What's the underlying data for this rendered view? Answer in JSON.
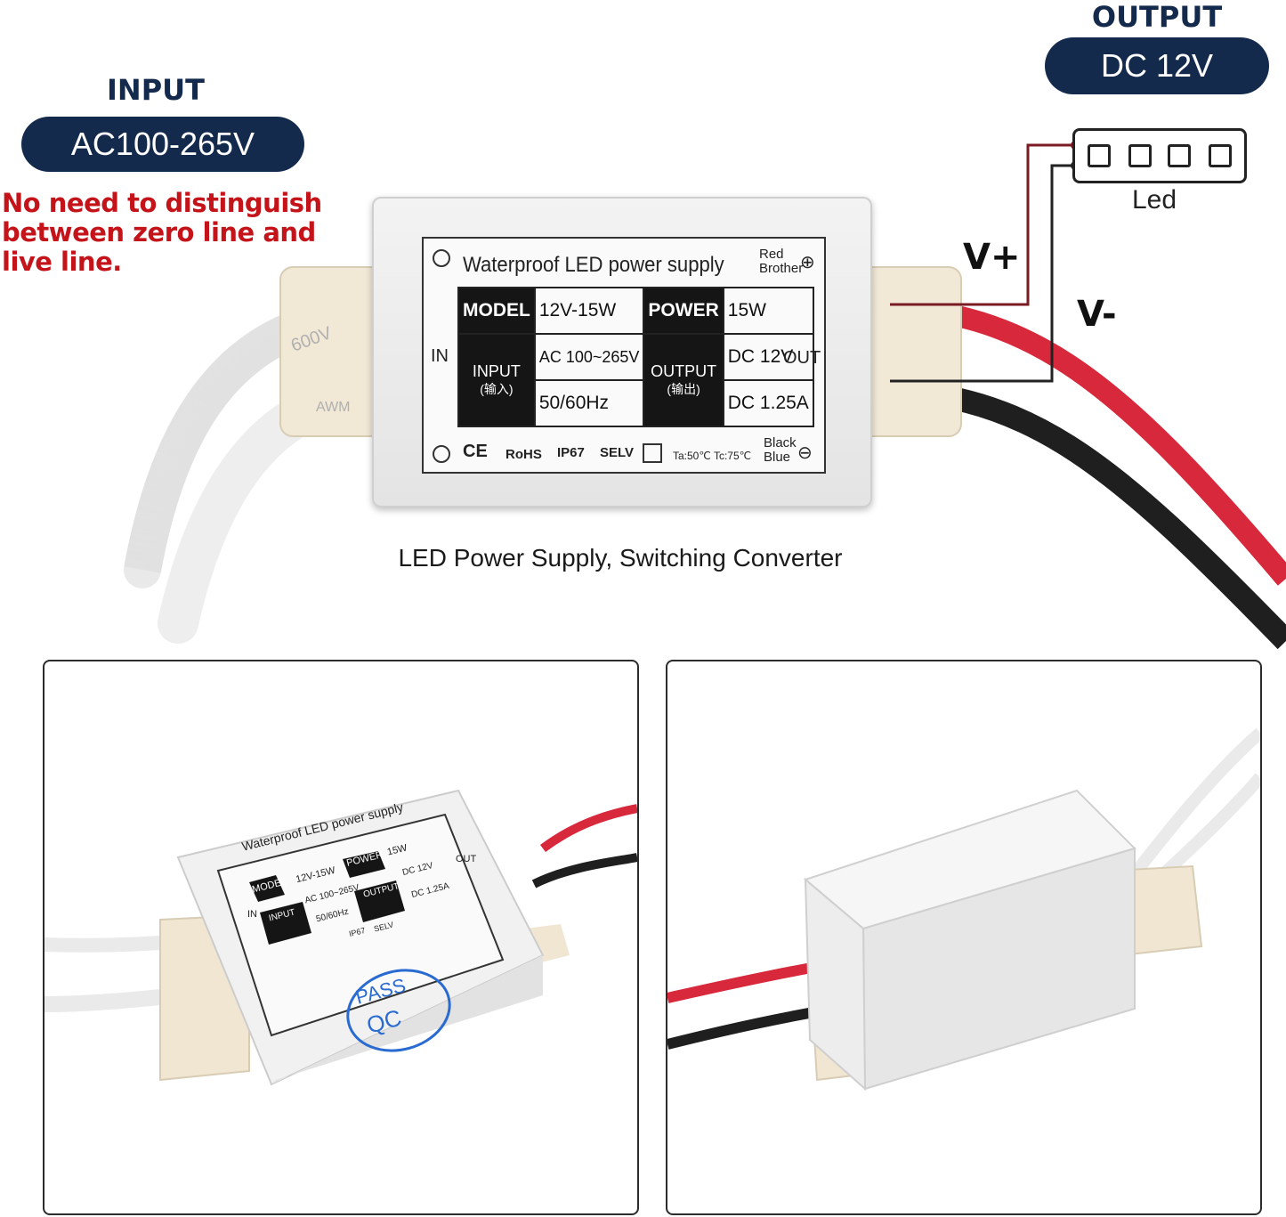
{
  "input": {
    "heading": "INPUT",
    "voltage": "AC100-265V",
    "note": "No need to distinguish\nbetween zero line and\nlive line."
  },
  "output": {
    "heading": "OUTPUT",
    "voltage": "DC 12V"
  },
  "wiring": {
    "positive": "V+",
    "negative": "V-",
    "led_label": "Led"
  },
  "label": {
    "title": "Waterproof LED power supply",
    "red_brother": "Red\nBrother",
    "black_blue": "Black\nBlue",
    "in": "IN",
    "out": "OUT",
    "model_key": "MODEL",
    "model_value": "12V-15W",
    "power_key": "POWER",
    "power_value": "15W",
    "input_key": "INPUT",
    "input_sub": "(输入)",
    "input_value1": "AC 100~265V",
    "input_value2": "50/60Hz",
    "output_key": "OUTPUT",
    "output_sub": "(输出)",
    "output_value1": "DC 12V",
    "output_value2": "DC 1.25A",
    "ce": "CE",
    "rohs": "RoHS",
    "ip": "IP67",
    "selv": "SELV",
    "temps": "Ta:50℃  Tc:75℃"
  },
  "cable_print": "600V",
  "cable_print2": "AWM",
  "caption": "LED Power Supply, Switching Converter",
  "thumb_left": {
    "title": "Waterproof LED power supply",
    "model_key": "MODEL",
    "model_value": "12V-15W",
    "power_key": "POWER",
    "power_value": "15W",
    "input_key": "INPUT",
    "input_value1": "AC 100~265V",
    "input_value2": "50/60Hz",
    "output_key": "OUTPUT",
    "output_value1": "DC 12V",
    "output_value2": "DC 1.25A",
    "in": "IN",
    "out": "OUT",
    "ip": "IP67",
    "selv": "SELV",
    "stamp_line1": "PASS",
    "stamp_line2": "QC"
  },
  "colors": {
    "navy": "#142a4c",
    "warning_red": "#c5131a",
    "wire_red": "#d8283c",
    "wire_black": "#1f1f1f"
  }
}
